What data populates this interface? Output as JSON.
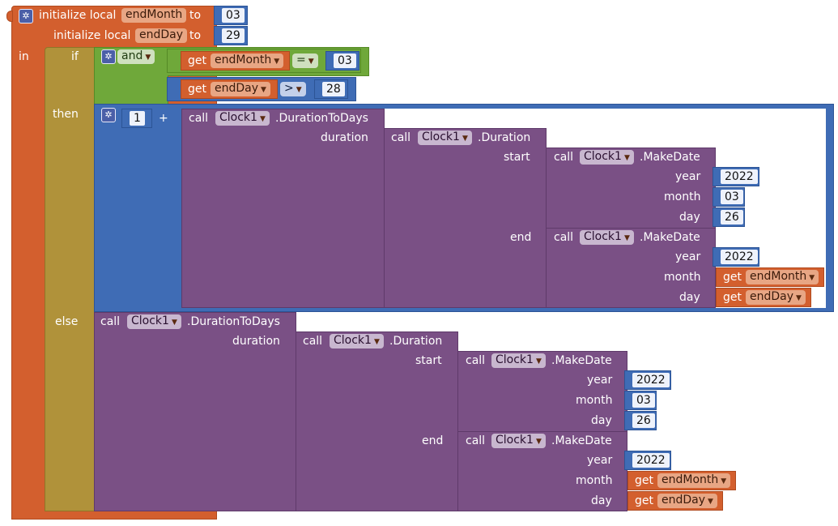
{
  "blocks": {
    "init1": {
      "prefix": "initialize local",
      "var": "endMonth",
      "to": "to",
      "value": "03"
    },
    "init2": {
      "prefix": "initialize local",
      "var": "endDay",
      "to": "to",
      "value": "29"
    },
    "in_label": "in",
    "if_label": "if",
    "then_label": "then",
    "else_label": "else",
    "and_label": "and",
    "cond1": {
      "get": "get",
      "var": "endMonth",
      "op": "=",
      "value": "03"
    },
    "cond2": {
      "get": "get",
      "var": "endDay",
      "op": ">",
      "value": "28"
    },
    "plus": {
      "left": "1",
      "op": "+"
    },
    "call": "call",
    "component": "Clock1",
    "duration_to_days": ".DurationToDays",
    "duration_method": ".Duration",
    "make_date": ".MakeDate",
    "param_duration": "duration",
    "param_start": "start",
    "param_end": "end",
    "param_year": "year",
    "param_month": "month",
    "param_day": "day",
    "get": "get",
    "then_start": {
      "year": "2022",
      "month": "03",
      "day": "26"
    },
    "then_end": {
      "year": "2022",
      "month_var": "endMonth",
      "day_var": "endDay"
    },
    "else_start": {
      "year": "2022",
      "month": "03",
      "day": "26"
    },
    "else_end": {
      "year": "2022",
      "month_var": "endMonth",
      "day_var": "endDay"
    }
  },
  "colors": {
    "variables": "#d35f2e",
    "control": "#b0923a",
    "logic": "#6fa83a",
    "math": "#3f6cb5",
    "component": "#7a5085"
  },
  "icons": {
    "mutator": "gear-icon",
    "dropdown": "dropdown-arrow-icon"
  }
}
